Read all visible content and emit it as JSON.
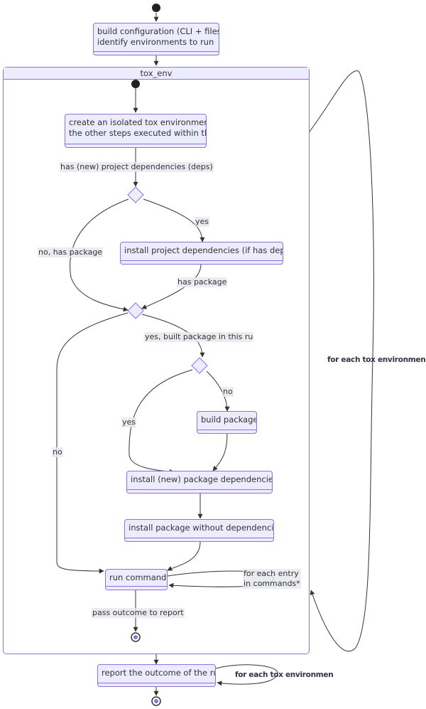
{
  "nodes": {
    "build_config": [
      "build configuration (CLI + files)",
      "identify environments to run"
    ],
    "create_env": [
      "create an isolated tox environment",
      "the other steps executed within th"
    ],
    "install_project_deps": "install project dependencies (if has deps",
    "build_package": "build package",
    "install_package_deps": "install (new) package dependencies",
    "install_package": "install package without dependencies",
    "run_command": "run command",
    "report": "report the outcome of the ru"
  },
  "composite": {
    "title": "tox_env"
  },
  "edge_labels": {
    "has_deps": "has (new) project dependencies (deps)",
    "yes_deps": "yes",
    "no_has_package": "no, has package",
    "has_package": "has package",
    "yes_built": "yes, built package in this ru",
    "no_build": "no",
    "yes_skip": "yes",
    "no_package": "no",
    "for_each_entry": [
      "for each entry",
      "in commands*"
    ],
    "pass_outcome": "pass outcome to report",
    "for_each_env_loop": "for each tox environmen",
    "for_each_env_report": "for each tox environmen"
  },
  "colors": {
    "node_fill": "#ECECFF",
    "node_border": "#9370DB",
    "edge": "#333333",
    "label_bg": "#E8E8F0"
  }
}
